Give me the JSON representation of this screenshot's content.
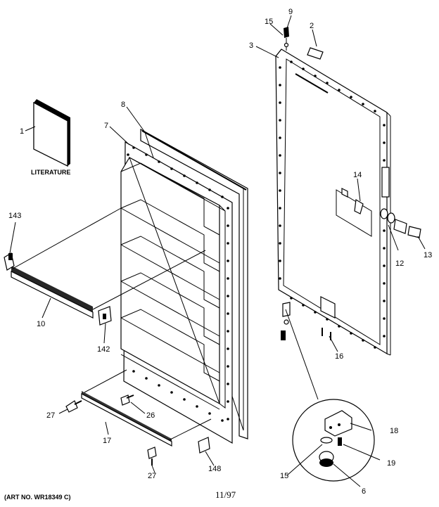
{
  "diagram": {
    "literature_label": "LITERATURE",
    "art_no": "(ART NO. WR18349 C)",
    "date": "11/97",
    "callouts": {
      "c1": "1",
      "c2": "2",
      "c3": "3",
      "c6": "6",
      "c7": "7",
      "c8": "8",
      "c9": "9",
      "c10": "10",
      "c12": "12",
      "c13": "13",
      "c14": "14",
      "c15a": "15",
      "c15b": "15",
      "c16": "16",
      "c17": "17",
      "c18": "18",
      "c19": "19",
      "c26": "26",
      "c27a": "27",
      "c27b": "27",
      "c142": "142",
      "c143": "143",
      "c148": "148"
    }
  }
}
